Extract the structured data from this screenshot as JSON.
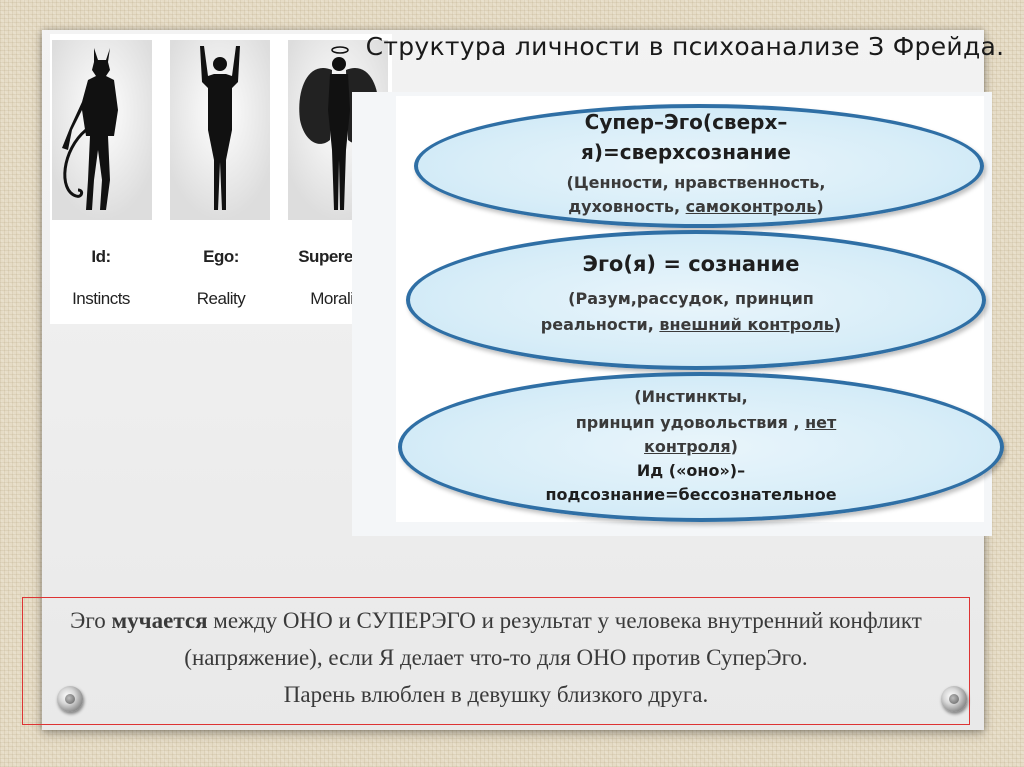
{
  "slide": {
    "title": "Структура личности в психоанализе З Фрейда.",
    "figures": [
      {
        "label": "Id:",
        "sublabel": "Instincts",
        "icon": "devil-silhouette-icon"
      },
      {
        "label": "Ego:",
        "sublabel": "Reality",
        "icon": "person-silhouette-icon"
      },
      {
        "label": "Superego:",
        "sublabel": "Morality",
        "icon": "angel-silhouette-icon"
      }
    ],
    "diagram": {
      "superego": {
        "line1": "Супер–Эго(сверх–",
        "line2": "я)=сверхсознание",
        "desc1": "(Ценности, нравственность,",
        "desc2_a": "духовность, ",
        "desc2_b": "самоконтроль",
        "desc2_c": ")"
      },
      "ego": {
        "line1": "Эго(я) = сознание",
        "desc1": "(Разум,рассудок, принцип",
        "desc2_a": "реальности, ",
        "desc2_b": "внешний контроль",
        "desc2_c": ")"
      },
      "id": {
        "desc1": "(Инстинкты,",
        "desc2_a": "принцип удовольствия ,   ",
        "desc2_b": "нет",
        "desc3_a": "контроля",
        "desc3_b": ")",
        "line1": "Ид («оно»)–",
        "line2": "подсознание=бессознательное"
      }
    },
    "conflict": {
      "p1": "Эго ",
      "bold": "мучается",
      "p2": " между ОНО  и СУПЕРЭГО и результат у человека внутренний конфликт (напряжение), если Я делает что-то для ОНО против СуперЭго.",
      "p3": "Парень влюблен в девушку близкого друга."
    },
    "colors": {
      "ellipse_border": "#2f6fa5",
      "ellipse_fill": "#d7edf8",
      "box_border": "#dd3333"
    }
  }
}
